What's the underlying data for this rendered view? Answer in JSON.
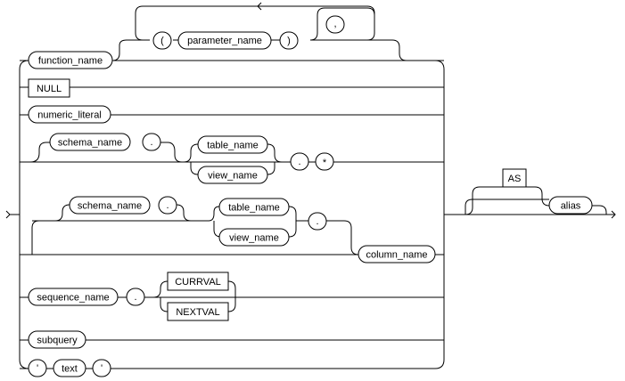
{
  "nonterminals": {
    "function_name": "function_name",
    "parameter_name": "parameter_name",
    "numeric_literal": "numeric_literal",
    "schema_name": "schema_name",
    "table_name": "table_name",
    "view_name": "view_name",
    "column_name": "column_name",
    "sequence_name": "sequence_name",
    "subquery": "subquery",
    "text": "text",
    "alias": "alias"
  },
  "keywords": {
    "null": "NULL",
    "currval": "CURRVAL",
    "nextval": "NEXTVAL",
    "as": "AS"
  },
  "symbols": {
    "open_paren": "(",
    "close_paren": ")",
    "comma": ",",
    "dot": ".",
    "star": "*",
    "quote": "'"
  }
}
